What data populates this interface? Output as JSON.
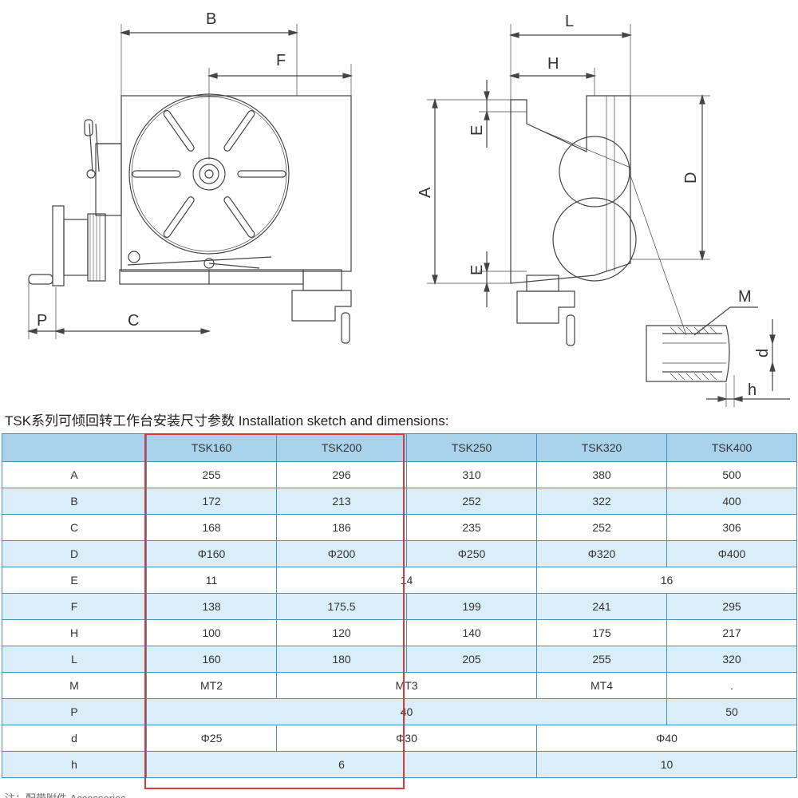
{
  "drawing": {
    "dim_labels": {
      "b": "B",
      "f": "F",
      "l": "L",
      "h_upper": "H",
      "a": "A",
      "e_top": "E",
      "e_bottom": "E",
      "d_upper": "D",
      "m": "M",
      "d_lower": "d",
      "h_lower": "h",
      "p": "P",
      "c": "C"
    }
  },
  "caption": "TSK系列可倾回转工作台安装尺寸参数 Installation sketch and dimensions:",
  "table": {
    "headers": [
      "",
      "TSK160",
      "TSK200",
      "TSK250",
      "TSK320",
      "TSK400"
    ],
    "rows": [
      {
        "label": "A",
        "values": [
          "255",
          "296",
          "310",
          "380",
          "500"
        ]
      },
      {
        "label": "B",
        "values": [
          "172",
          "213",
          "252",
          "322",
          "400"
        ]
      },
      {
        "label": "C",
        "values": [
          "168",
          "186",
          "235",
          "252",
          "306"
        ]
      },
      {
        "label": "D",
        "values": [
          "Φ160",
          "Φ200",
          "Φ250",
          "Φ320",
          "Φ400"
        ]
      },
      {
        "label": "E",
        "values": [
          "11",
          "14",
          "16"
        ]
      },
      {
        "label": "F",
        "values": [
          "138",
          "175.5",
          "199",
          "241",
          "295"
        ]
      },
      {
        "label": "H",
        "values": [
          "100",
          "120",
          "140",
          "175",
          "217"
        ]
      },
      {
        "label": "L",
        "values": [
          "160",
          "180",
          "205",
          "255",
          "320"
        ]
      },
      {
        "label": "M",
        "values": [
          "MT2",
          "MT3",
          "MT4",
          "."
        ]
      },
      {
        "label": "P",
        "values": [
          "40",
          "50"
        ]
      },
      {
        "label": "d",
        "values": [
          "Φ25",
          "Φ30",
          "Φ40"
        ]
      },
      {
        "label": "h",
        "values": [
          "6",
          "10"
        ]
      }
    ]
  },
  "footnote": "注：配带附件 Accessories"
}
